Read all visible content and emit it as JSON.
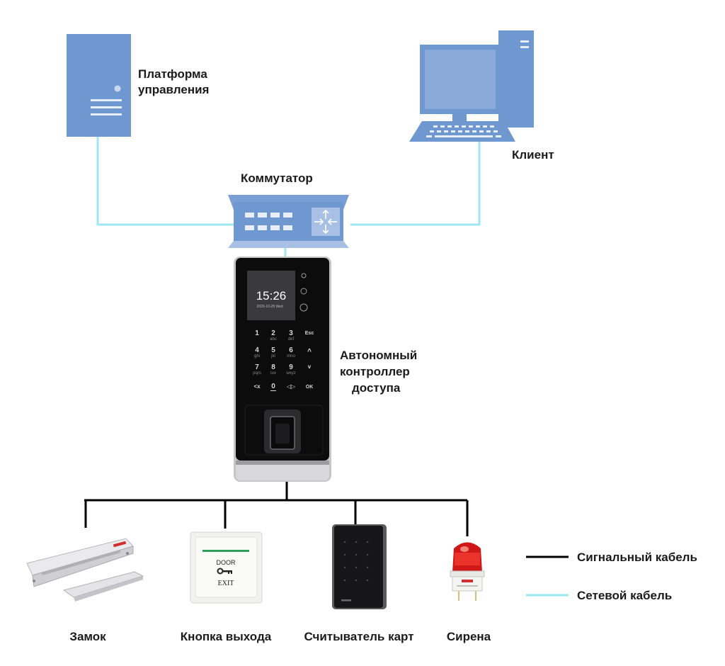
{
  "labels": {
    "platform_line1": "Платформа",
    "platform_line2": "управления",
    "client": "Клиент",
    "switch": "Коммутатор",
    "controller_line1": "Автономный",
    "controller_line2": "контроллер",
    "controller_line3": "доступа",
    "lock": "Замок",
    "exit_button": "Кнопка выхода",
    "card_reader": "Считыватель карт",
    "siren": "Сирена"
  },
  "legend": {
    "signal_cable": "Сигнальный кабель",
    "network_cable": "Сетевой кабель"
  },
  "device_screen": {
    "time": "15:26",
    "date": "2020-10-28 Wed"
  },
  "keypad": {
    "keys": [
      "1",
      "2",
      "3",
      "Esc",
      "4",
      "5",
      "6",
      "^",
      "7",
      "8",
      "9",
      "v",
      "<x",
      "0",
      "◁▷",
      "OK"
    ],
    "subs": [
      "",
      "abc",
      "def",
      "",
      "ghi",
      "jkl",
      "mno",
      "",
      "pqrs",
      "tuv",
      "wxyz",
      "",
      "",
      "",
      "",
      ""
    ]
  },
  "exit_button_face": {
    "top": "DOOR",
    "bottom": "EXIT"
  },
  "colors": {
    "network_cable": "#9ee7f2",
    "signal_cable": "#000000",
    "device_blue": "#6f93cc",
    "device_blue_light": "#a8c0e4"
  },
  "icons": [
    "server-icon",
    "desktop-computer-icon",
    "network-switch-icon",
    "access-controller-device",
    "magnetic-lock-image",
    "exit-button-image",
    "card-reader-image",
    "siren-image"
  ]
}
